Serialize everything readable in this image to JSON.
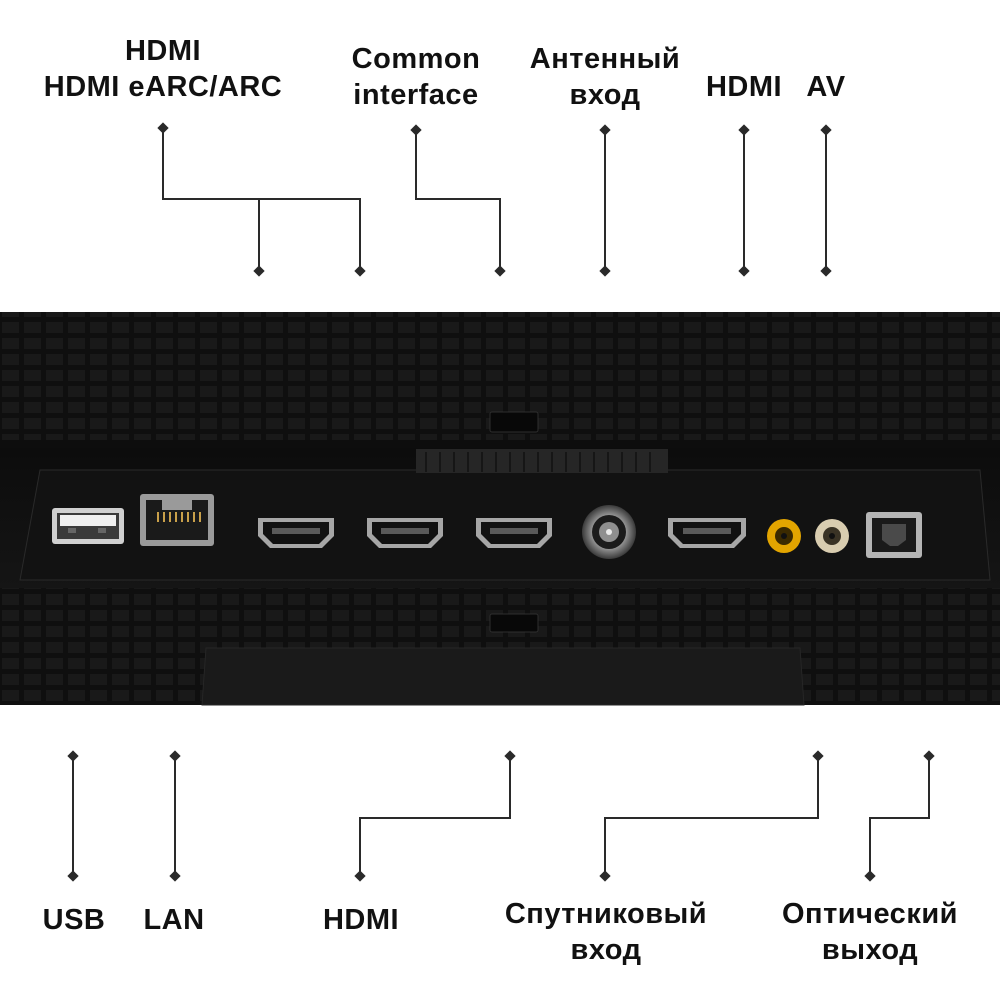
{
  "colors": {
    "background": "#ffffff",
    "text": "#111111",
    "leader_line": "#2a2a2a",
    "panel": "#1b1b1b",
    "connector_metal": "#a9a9a9",
    "av_video": "#e3a500",
    "av_audio": "#d9cdb0"
  },
  "top_labels": [
    {
      "id": "hdmi-earc",
      "lines": [
        "HDMI",
        "HDMI eARC/ARC"
      ]
    },
    {
      "id": "common-interface",
      "lines": [
        "Common",
        "interface"
      ]
    },
    {
      "id": "antenna",
      "lines": [
        "Антенный",
        "вход"
      ]
    },
    {
      "id": "hdmi-top",
      "lines": [
        "HDMI"
      ]
    },
    {
      "id": "av",
      "lines": [
        "AV"
      ]
    }
  ],
  "bottom_labels": [
    {
      "id": "usb",
      "lines": [
        "USB"
      ]
    },
    {
      "id": "lan",
      "lines": [
        "LAN"
      ]
    },
    {
      "id": "hdmi-bottom",
      "lines": [
        "HDMI"
      ]
    },
    {
      "id": "satellite",
      "lines": [
        "Спутниковый",
        "вход"
      ]
    },
    {
      "id": "optical",
      "lines": [
        "Оптический",
        "выход"
      ]
    }
  ],
  "ports": [
    {
      "id": "usb",
      "icon": "usb-port-icon"
    },
    {
      "id": "lan",
      "icon": "ethernet-port-icon"
    },
    {
      "id": "hdmi-1",
      "icon": "hdmi-port-icon"
    },
    {
      "id": "hdmi-2",
      "icon": "hdmi-port-icon"
    },
    {
      "id": "hdmi-3",
      "icon": "hdmi-port-icon"
    },
    {
      "id": "antenna",
      "icon": "coaxial-port-icon"
    },
    {
      "id": "hdmi-4",
      "icon": "hdmi-port-icon"
    },
    {
      "id": "av-video",
      "icon": "rca-jack-icon"
    },
    {
      "id": "av-audio",
      "icon": "rca-jack-icon"
    },
    {
      "id": "optical",
      "icon": "optical-port-icon"
    }
  ]
}
